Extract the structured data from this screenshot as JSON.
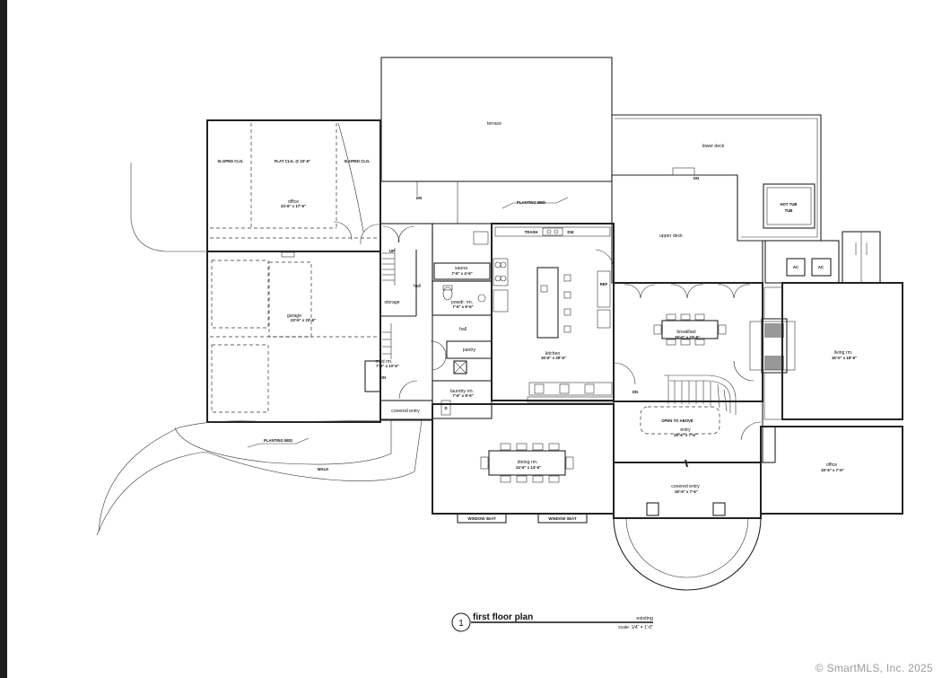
{
  "rooms": {
    "terrace": {
      "name": "terrace"
    },
    "lower_deck": {
      "name": "lower deck"
    },
    "upper_deck": {
      "name": "upper deck"
    },
    "hot_tub": {
      "name": "HOT TUB"
    },
    "office_top": {
      "name": "office",
      "dims": "23'-6\" x 17'-6\""
    },
    "garage": {
      "name": "garage",
      "dims": "23'-6\" x 23'-6\""
    },
    "storage": {
      "name": "storage"
    },
    "hall_upper": {
      "name": "hall"
    },
    "hall_lower": {
      "name": "hall"
    },
    "sauna": {
      "name": "sauna",
      "dims": "7'-6\" x 4'-6\""
    },
    "powder": {
      "name": "powdr. rm.",
      "dims": "7'-6\" x 6'-6\""
    },
    "pantry": {
      "name": "pantry"
    },
    "mudroom": {
      "name": "mud rm.",
      "dims": "7'-6\" x 10'-6\""
    },
    "laundry": {
      "name": "laundry rm.",
      "dims": "7'-6\" x 8'-6\""
    },
    "covered_entry_left": {
      "name": "covered entry"
    },
    "kitchen": {
      "name": "kitchen",
      "dims": "16'-6\" x 29'-6\""
    },
    "breakfast": {
      "name": "breakfast",
      "dims": "16'-0\" x 23'-6\""
    },
    "living": {
      "name": "living rm.",
      "dims": "16'-0\" x 18'-6\""
    },
    "entry": {
      "name": "entry",
      "dims": "26'-6\" x 7'-6\""
    },
    "dining": {
      "name": "dining rm.",
      "dims": "24'-6\" x 14'-6\""
    },
    "covered_entry_front": {
      "name": "covered entry",
      "dims": "26'-6\" x 7'-6\""
    },
    "office_right": {
      "name": "office",
      "dims": "15'-6\" x 7'-6\""
    }
  },
  "annotations": {
    "sloped_clg_left": "SLOPED CLG.",
    "flat_clg": "FLAT CLG. @ 10'-6\"",
    "sloped_clg_right": "SLOPED CLG.",
    "planting_bed_top": "PLANTING BED",
    "planting_bed_bottom": "PLANTING BED",
    "walk": "WALK",
    "open_to_above": "OPEN TO ABOVE",
    "window_seat_left": "WINDOW SEAT",
    "window_seat_right": "WINDOW SEAT",
    "ac1": "AC",
    "ac2": "AC",
    "dn_terrace": "DN",
    "dn_deck": "DN",
    "dn_entry": "DN",
    "up_stair": "UP",
    "dn_mud": "DN",
    "trash": "TRASH",
    "dw": "DW",
    "dr": "D",
    "ref": "REF"
  },
  "title_block": {
    "number": "1",
    "title": "first floor plan",
    "status": "existing",
    "scale": "scale: 1/4\" = 1'-0\""
  },
  "watermark": "© SmartMLS, Inc.  2025"
}
